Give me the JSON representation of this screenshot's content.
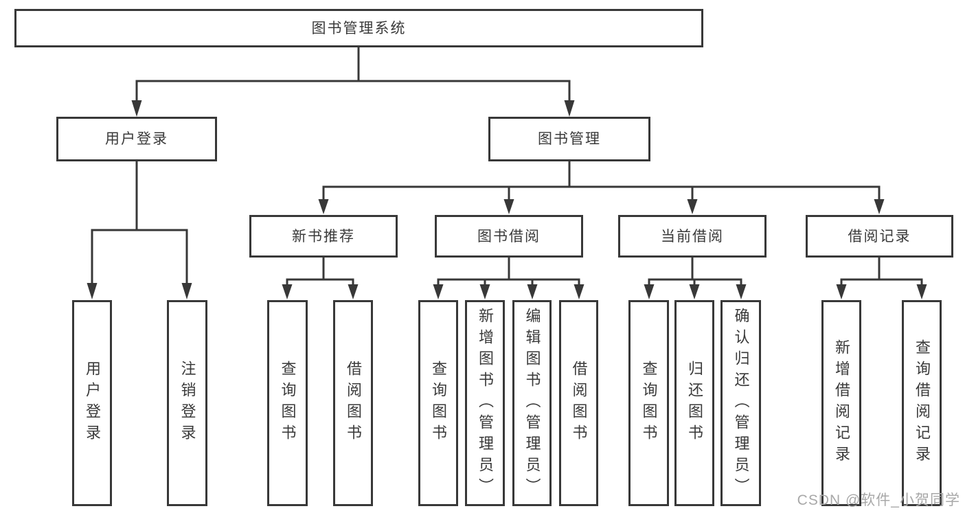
{
  "diagram": {
    "type": "tree",
    "root": {
      "label": "图书管理系统"
    },
    "level2": {
      "user": {
        "label": "用户登录"
      },
      "book": {
        "label": "图书管理"
      }
    },
    "level3": {
      "newbook": {
        "label": "新书推荐"
      },
      "borrow": {
        "label": "图书借阅"
      },
      "current": {
        "label": "当前借阅"
      },
      "records": {
        "label": "借阅记录"
      }
    },
    "leaves": {
      "user": [
        {
          "label": "用户登录"
        },
        {
          "label": "注销登录"
        }
      ],
      "newbook": [
        {
          "label": "查询图书"
        },
        {
          "label": "借阅图书"
        }
      ],
      "borrow": [
        {
          "label": "查询图书"
        },
        {
          "label": "新增图书（管理员）"
        },
        {
          "label": "编辑图书（管理员）"
        },
        {
          "label": "借阅图书"
        }
      ],
      "current": [
        {
          "label": "查询图书"
        },
        {
          "label": "归还图书"
        },
        {
          "label": "确认归还（管理员）"
        }
      ],
      "records": [
        {
          "label": "新增借阅记录"
        },
        {
          "label": "查询借阅记录"
        }
      ]
    },
    "colors": {
      "line": "#383838",
      "text": "#3a3a3a",
      "box_fill": "#ffffff",
      "background": "#ffffff",
      "watermark": "#a8a8a8"
    }
  },
  "watermark": {
    "text": "CSDN @软件_小贺同学"
  }
}
